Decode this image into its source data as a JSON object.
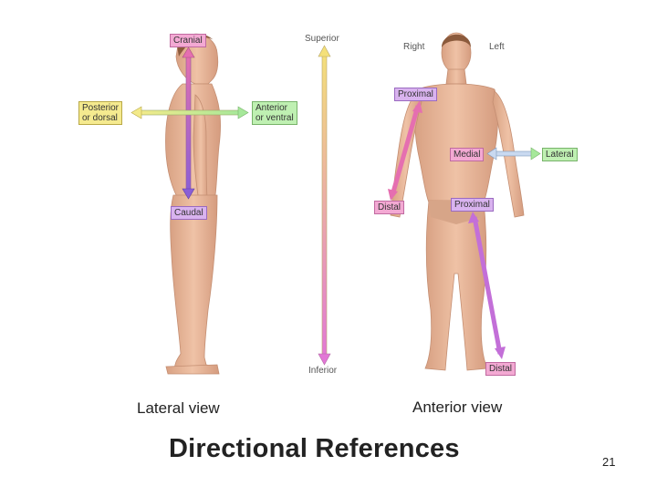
{
  "figure": {
    "title": "Directional References",
    "page_number": "21",
    "lateral_view": {
      "caption": "Lateral view",
      "labels": {
        "cranial": "Cranial",
        "caudal": "Caudal",
        "posterior": "Posterior\nor dorsal",
        "anterior": "Anterior\nor ventral"
      }
    },
    "axis": {
      "superior": "Superior",
      "inferior": "Inferior"
    },
    "anterior_view": {
      "caption": "Anterior view",
      "labels": {
        "right": "Right",
        "left": "Left",
        "proximal_arm": "Proximal",
        "distal_arm": "Distal",
        "medial": "Medial",
        "lateral": "Lateral",
        "proximal_leg": "Proximal",
        "distal_leg": "Distal"
      }
    },
    "colors": {
      "skin": "#e8b79a",
      "skin_shadow": "#d49b7e",
      "arrow_pink": "#e56fb0",
      "arrow_purple": "#8a5fd6",
      "arrow_yellow": "#ede16a",
      "arrow_green": "#9fe08e"
    }
  }
}
